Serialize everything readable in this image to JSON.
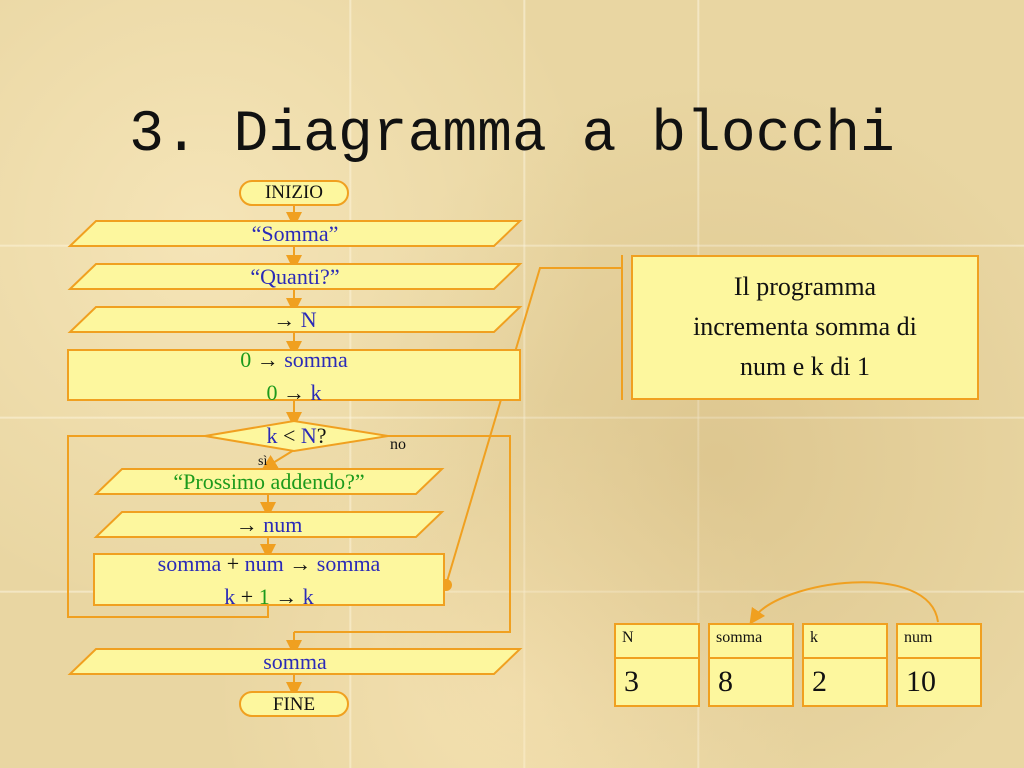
{
  "title": "3. Diagramma a blocchi",
  "flow": {
    "start": "INIZIO",
    "out_somma_msg": "“Somma”",
    "out_quanti_msg": "“Quanti?”",
    "input_n_arrow": "→",
    "input_n_var": "N",
    "init1_val": "0",
    "init1_arrow": "→",
    "init1_var": "somma",
    "init2_val": "0",
    "init2_arrow": "→",
    "init2_var": "k",
    "cond_k": "k",
    "cond_op": " < ",
    "cond_n": "N",
    "cond_q": "?",
    "label_no": "no",
    "label_si": "sì",
    "out_prossimo_msg": "“Prossimo addendo?”",
    "input_num_arrow": "→",
    "input_num_var": "num",
    "calc1_a": "somma",
    "calc1_op": " + ",
    "calc1_b": "num",
    "calc1_arrow": "→",
    "calc1_res": "somma",
    "calc2_a": "k",
    "calc2_op": " + ",
    "calc2_b": "1",
    "calc2_arrow": "→",
    "calc2_res": "k",
    "out_result": "somma",
    "end": "FINE"
  },
  "note": {
    "line1": "Il programma",
    "line2": "incrementa somma di",
    "line3": "num e k di 1"
  },
  "variables": [
    {
      "name": "N",
      "value": "3"
    },
    {
      "name": "somma",
      "value": "8"
    },
    {
      "name": "k",
      "value": "2"
    },
    {
      "name": "num",
      "value": "10"
    }
  ],
  "colors": {
    "box_fill": "#fdf79e",
    "box_stroke": "#f0a020",
    "variable_text": "#2b2bb8",
    "constant_text": "#1c9a1c"
  }
}
